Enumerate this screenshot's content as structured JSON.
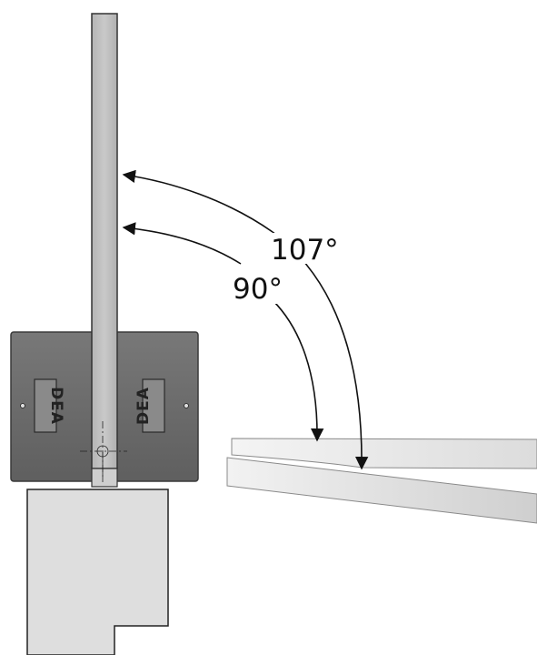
{
  "diagram": {
    "angles": {
      "outer_label": "107°",
      "inner_label": "90°"
    },
    "logo_text": "DEA"
  },
  "colors": {
    "arm": "#bfbfbf",
    "housing": "#6b6b6b",
    "housing_edge": "#3a3a3a",
    "pillar": "#dedede",
    "outline": "#222222",
    "arrow": "#111111"
  }
}
